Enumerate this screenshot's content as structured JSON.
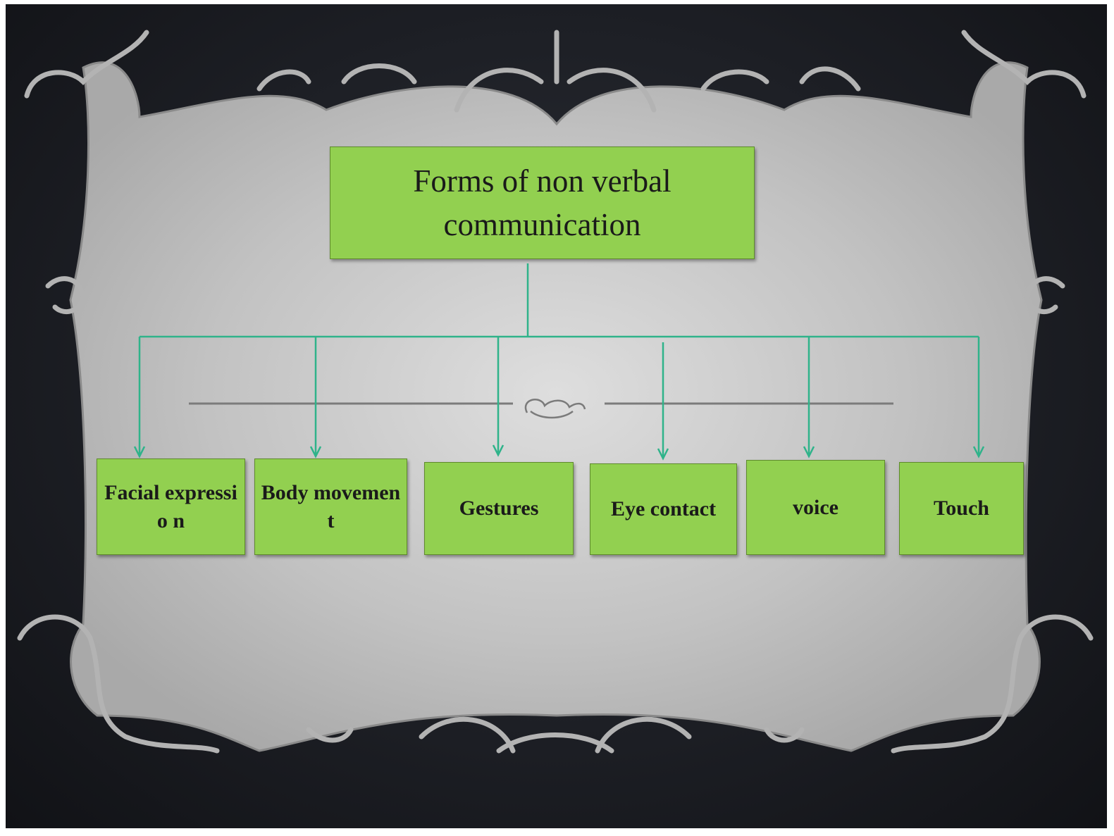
{
  "diagram": {
    "type": "tree",
    "root": {
      "label": "Forms of non verbal communication"
    },
    "children": [
      {
        "label": "Facial expressio n"
      },
      {
        "label": "Body movement"
      },
      {
        "label": "Gestures"
      },
      {
        "label": "Eye contact"
      },
      {
        "label": "voice"
      },
      {
        "label": "Touch"
      }
    ]
  },
  "colors": {
    "slide_background": "#1d1f25",
    "frame_fill": "#b9b9b9",
    "frame_outline": "#8a8a8a",
    "node_fill": "#92d050",
    "node_border": "#5f8a2d",
    "connector": "#2fb38a",
    "text": "#1a1a1a"
  },
  "decorations": {
    "frame_ornaments": "victorian-scroll-ornaments",
    "divider_icon": "scroll-flourish-icon"
  }
}
